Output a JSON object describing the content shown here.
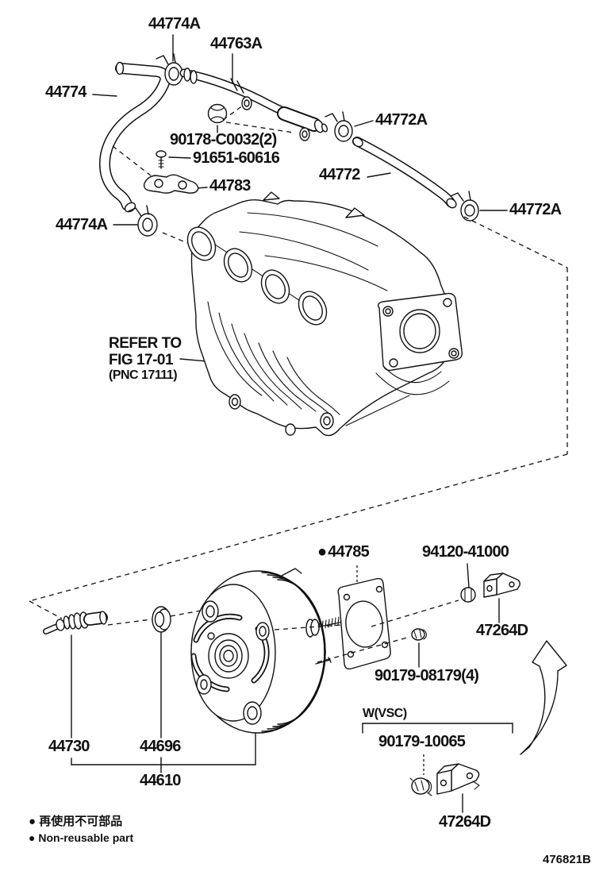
{
  "page": {
    "background": "#ffffff",
    "ink": "#111111"
  },
  "diagram": {
    "figure_code": "476821B",
    "vsc_note": "W(VSC)",
    "refer_note": {
      "line1": "REFER TO",
      "line2": "FIG 17-01",
      "line3": "(PNC 17111)"
    },
    "legend": {
      "bullet": "●",
      "ja": "再使用不可部品",
      "en": "Non-reusable part"
    },
    "callouts": {
      "hose_clamp_top": "44774A",
      "vacuum_pipe": "44763A",
      "hose_no1": "44774",
      "grommet_90178": "90178-C0032(2)",
      "screw_91651": "91651-60616",
      "tube_clamp_44783": "44783",
      "hose_clamp_lower": "44774A",
      "hose_clip_a": "44772A",
      "hose_no2": "44772",
      "hose_clip_b": "44772A",
      "gasket_mark": "●",
      "gasket_44785": "44785",
      "clamp_94120": "94120-41000",
      "bracket_top": "47264D",
      "nut_90179_08179": "90179-08179(4)",
      "nut_90179_10065": "90179-10065",
      "bracket_bottom": "47264D",
      "check_valve_44730": "44730",
      "grommet_44696": "44696",
      "brake_booster_44610": "44610"
    }
  }
}
